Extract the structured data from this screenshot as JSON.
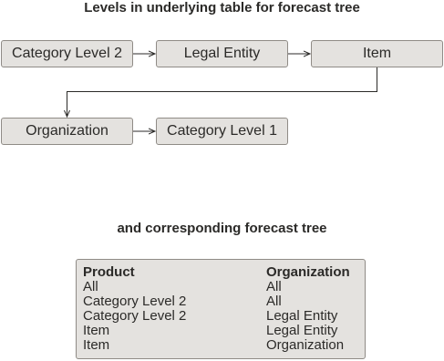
{
  "diagram": {
    "title": "Levels in underlying table for forecast tree",
    "nodes": {
      "category_level_2": "Category Level 2",
      "legal_entity": "Legal Entity",
      "item": "Item",
      "organization": "Organization",
      "category_level_1": "Category Level 1"
    },
    "edges": [
      [
        "Category Level 2",
        "Legal Entity"
      ],
      [
        "Legal Entity",
        "Item"
      ],
      [
        "Item",
        "Organization"
      ],
      [
        "Organization",
        "Category Level 1"
      ]
    ]
  },
  "tree": {
    "title": "and corresponding forecast tree",
    "product_header": "Product",
    "organization_header": "Organization",
    "rows": [
      {
        "product": "All",
        "organization": "All"
      },
      {
        "product": "Category Level 2",
        "organization": "All"
      },
      {
        "product": "Category Level 2",
        "organization": "Legal Entity"
      },
      {
        "product": "Item",
        "organization": "Legal Entity"
      },
      {
        "product": "Item",
        "organization": "Organization"
      }
    ]
  },
  "colors": {
    "box_fill": "#e4e2df",
    "box_border": "#8f8b86",
    "text": "#2b2a28"
  }
}
